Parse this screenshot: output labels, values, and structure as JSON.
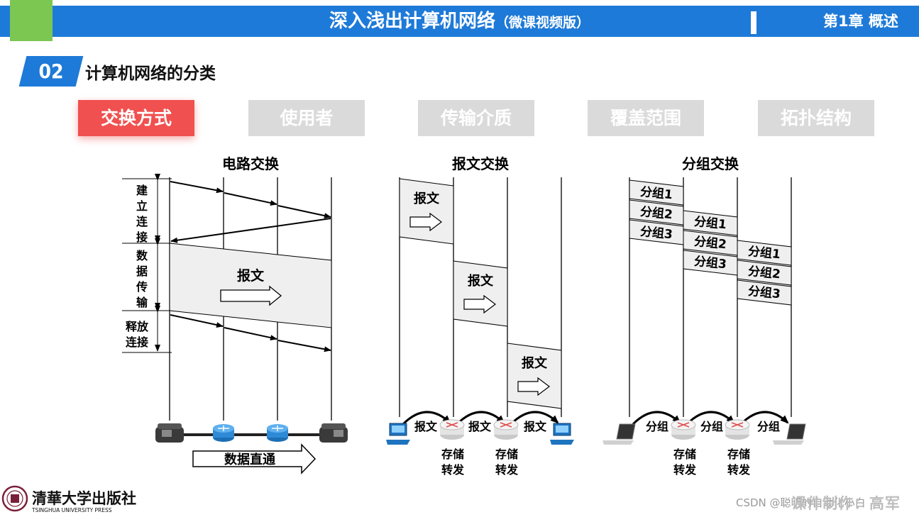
{
  "header": {
    "course_title": "深入浅出计算机网络",
    "course_subtitle": "（微课视频版）",
    "chapter": "第1章 概述"
  },
  "section": {
    "number": "02",
    "title": "计算机网络的分类"
  },
  "tabs": [
    {
      "label": "交换方式",
      "active": true
    },
    {
      "label": "使用者",
      "active": false
    },
    {
      "label": "传输介质",
      "active": false
    },
    {
      "label": "覆盖范围",
      "active": false
    },
    {
      "label": "拓扑结构",
      "active": false
    }
  ],
  "circuit": {
    "title": "电路交换",
    "phase_setup": "建立连接",
    "phase_transfer": "数据传输",
    "phase_release": "释放连接",
    "message": "报文",
    "direct_label": "数据直通"
  },
  "message_switching": {
    "title": "报文交换",
    "message": "报文",
    "store_forward": [
      "存储",
      "转发"
    ]
  },
  "packet_switching": {
    "title": "分组交换",
    "packet": "分组",
    "packets": [
      "分组1",
      "分组2",
      "分组3"
    ],
    "store_forward": [
      "存储",
      "转发"
    ]
  },
  "footer": {
    "publisher_name": "清華大学出版社",
    "publisher_en": "TSINGHUA UNIVERSITY PRESS",
    "watermark": "CSDN @聪明的自动化小白",
    "overlay": "课件制作：高军"
  },
  "colors": {
    "accent_blue": "#1e7ad8",
    "accent_green": "#7cc652",
    "tab_active": "#f0504f",
    "tab_inactive": "#dadada"
  }
}
